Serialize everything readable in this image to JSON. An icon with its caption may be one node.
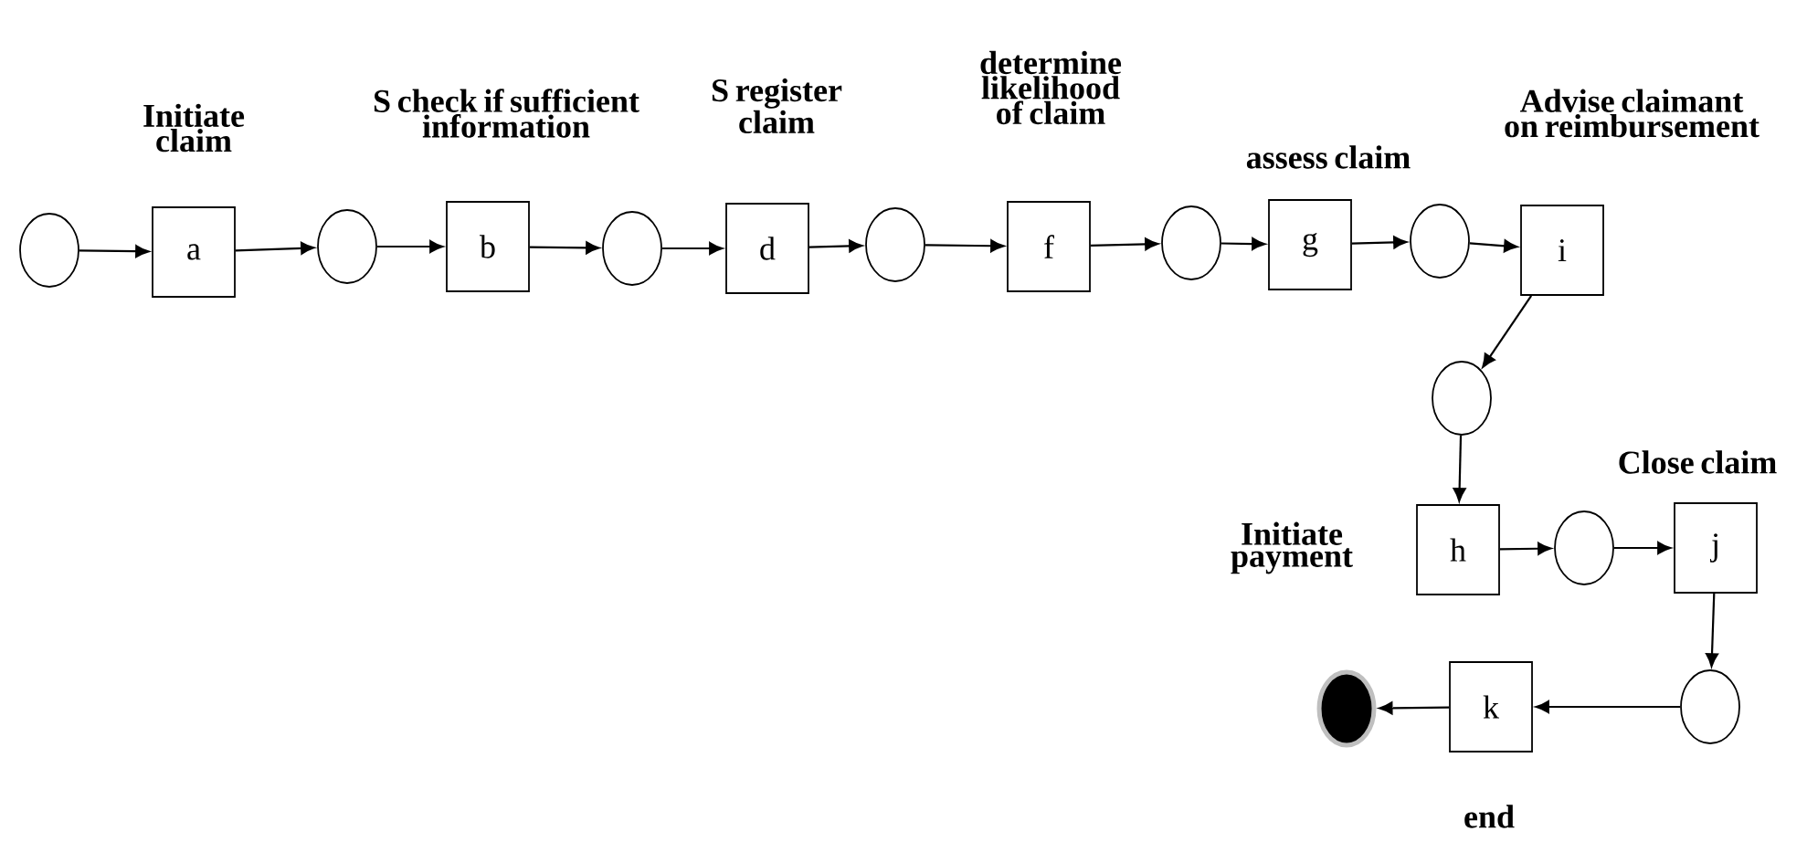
{
  "diagram": {
    "nodes": [
      {
        "text": [],
        "shape": "circle"
      },
      {
        "text": [
          "a"
        ],
        "beside": [
          "Initiate claim"
        ]
      },
      {
        "text": [],
        "shape": "circle"
      },
      {
        "text": [
          "b"
        ],
        "beside": [
          "S check if sufficient information"
        ]
      },
      {
        "text": [],
        "shape": "circle"
      },
      {
        "text": [
          "d"
        ],
        "beside": [
          "S register claim"
        ]
      },
      {
        "text": [],
        "shape": "circle"
      },
      {
        "text": [
          "f"
        ],
        "beside": [
          "determine likelihood of claim"
        ]
      },
      {
        "text": [],
        "shape": "circle"
      },
      {
        "text": [
          "g"
        ],
        "beside": [
          "assess claim"
        ]
      },
      {
        "text": [],
        "shape": "circle"
      },
      {
        "text": [
          "i"
        ],
        "beside": [
          "Advise claimant on reimbursement"
        ]
      },
      {
        "text": [],
        "shape": "circle"
      },
      {
        "text": [
          "h"
        ],
        "beside": [
          "Initiate payment"
        ]
      },
      {
        "text": [],
        "shape": "circle"
      },
      {
        "text": [
          "j"
        ],
        "beside": [
          "Close claim"
        ]
      },
      {
        "text": [],
        "shape": "circle"
      },
      {
        "text": [
          "k"
        ],
        "beside": [
          "end"
        ]
      },
      {
        "text": [],
        "shape": "dot"
      }
    ],
    "edges": [
      {
        "from": 0,
        "to": 1,
        "arrow": "to"
      },
      {
        "from": 1,
        "to": 2,
        "arrow": "to"
      },
      {
        "from": 2,
        "to": 3,
        "arrow": "to"
      },
      {
        "from": 3,
        "to": 4,
        "arrow": "to"
      },
      {
        "from": 4,
        "to": 5,
        "arrow": "to"
      },
      {
        "from": 5,
        "to": 6,
        "arrow": "to"
      },
      {
        "from": 6,
        "to": 7,
        "arrow": "to"
      },
      {
        "from": 7,
        "to": 8,
        "arrow": "to"
      },
      {
        "from": 8,
        "to": 9,
        "arrow": "to"
      },
      {
        "from": 9,
        "to": 10,
        "arrow": "to"
      },
      {
        "from": 10,
        "to": 11,
        "arrow": "to"
      },
      {
        "from": 11,
        "to": 12,
        "arrow": "to"
      },
      {
        "from": 12,
        "to": 13,
        "arrow": "to"
      },
      {
        "from": 13,
        "to": 14,
        "arrow": "to"
      },
      {
        "from": 14,
        "to": 15,
        "arrow": "to"
      },
      {
        "from": 15,
        "to": 16,
        "arrow": "to"
      },
      {
        "from": 16,
        "to": 17,
        "arrow": "to"
      },
      {
        "from": 17,
        "to": 18,
        "arrow": "to"
      }
    ]
  }
}
